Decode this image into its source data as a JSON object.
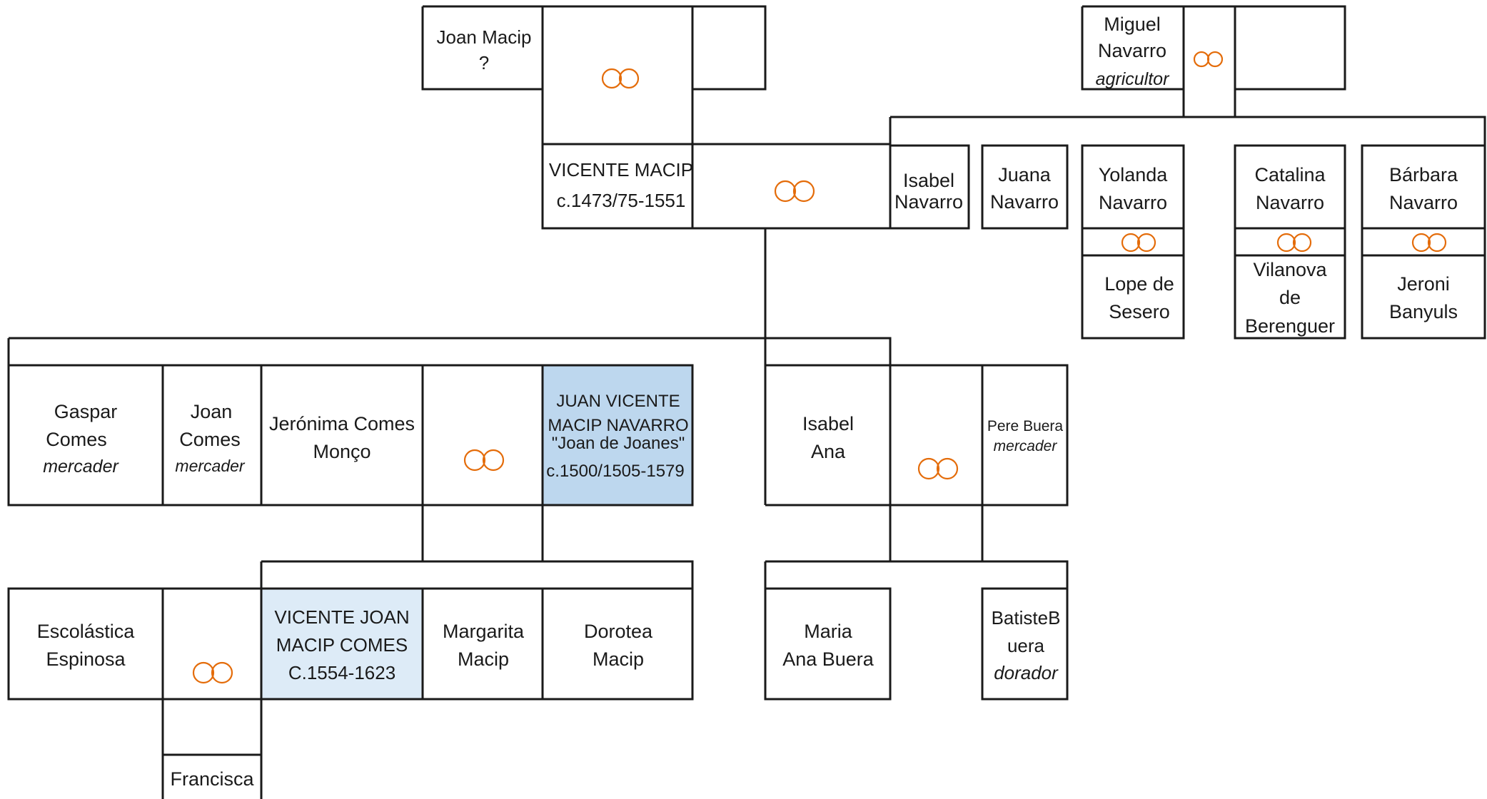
{
  "persons": {
    "joan_macip": {
      "name": [
        "Joan Macip",
        "?"
      ]
    },
    "miguel_navarro": {
      "name": [
        "Miguel",
        "Navarro"
      ],
      "occupation": "agricultor"
    },
    "vicente_macip": {
      "name": [
        "VICENTE MACIP",
        "c.1473/75-1551"
      ]
    },
    "isabel_navarro": {
      "name": [
        "Isabel",
        "Navarro"
      ]
    },
    "juana_navarro": {
      "name": [
        "Juana",
        "Navarro"
      ]
    },
    "yolanda_navarro": {
      "name": [
        "Yolanda",
        "Navarro"
      ]
    },
    "catalina_navarro": {
      "name": [
        "Catalina",
        "Navarro"
      ]
    },
    "barbara_navarro": {
      "name": [
        "Bárbara",
        "Navarro"
      ]
    },
    "lope_de_sesero": {
      "name": [
        "Lope de",
        "Sesero"
      ]
    },
    "vilanova_de_berenguer": {
      "name": [
        "Vilanova",
        "de",
        "Berenguer"
      ]
    },
    "jeroni_banyuls": {
      "name": [
        "Jeroni",
        "Banyuls"
      ]
    },
    "gaspar_comes": {
      "name": [
        "Gaspar",
        "Comes"
      ],
      "occupation": "mercader"
    },
    "joan_comes": {
      "name": [
        "Joan",
        "Comes"
      ],
      "occupation": "mercader"
    },
    "jeronima_comes": {
      "name": [
        "Jerónima Comes",
        "Monço"
      ]
    },
    "juan_vicente_macip": {
      "name": [
        "JUAN VICENTE",
        "MACIP NAVARRO",
        "\"Joan de Joanes\"",
        "c.1500/1505-1579"
      ]
    },
    "isabel_ana": {
      "name": [
        "Isabel",
        "Ana"
      ]
    },
    "pere_buera": {
      "name": [
        "Pere Buera"
      ],
      "occupation": "mercader"
    },
    "escolastica_espinosa": {
      "name": [
        "Escolástica",
        "Espinosa"
      ]
    },
    "vicente_joan_macip": {
      "name": [
        "VICENTE JOAN",
        "MACIP COMES",
        "C.1554-1623"
      ]
    },
    "margarita_macip": {
      "name": [
        "Margarita",
        "Macip"
      ]
    },
    "dorotea_macip": {
      "name": [
        "Dorotea",
        "Macip"
      ]
    },
    "maria_ana_buera": {
      "name": [
        "Maria",
        "Ana Buera"
      ]
    },
    "batiste_buera": {
      "name": [
        "BatisteB",
        "uera"
      ],
      "occupation": "dorador"
    },
    "francisca": {
      "name": [
        "Francisca"
      ]
    }
  },
  "marriage_symbol": "rings-icon",
  "colors": {
    "line": "#1a1a1a",
    "rings": "#e46c0a",
    "highlight_main": "#bdd7ee",
    "highlight_son": "#ddebf7"
  }
}
